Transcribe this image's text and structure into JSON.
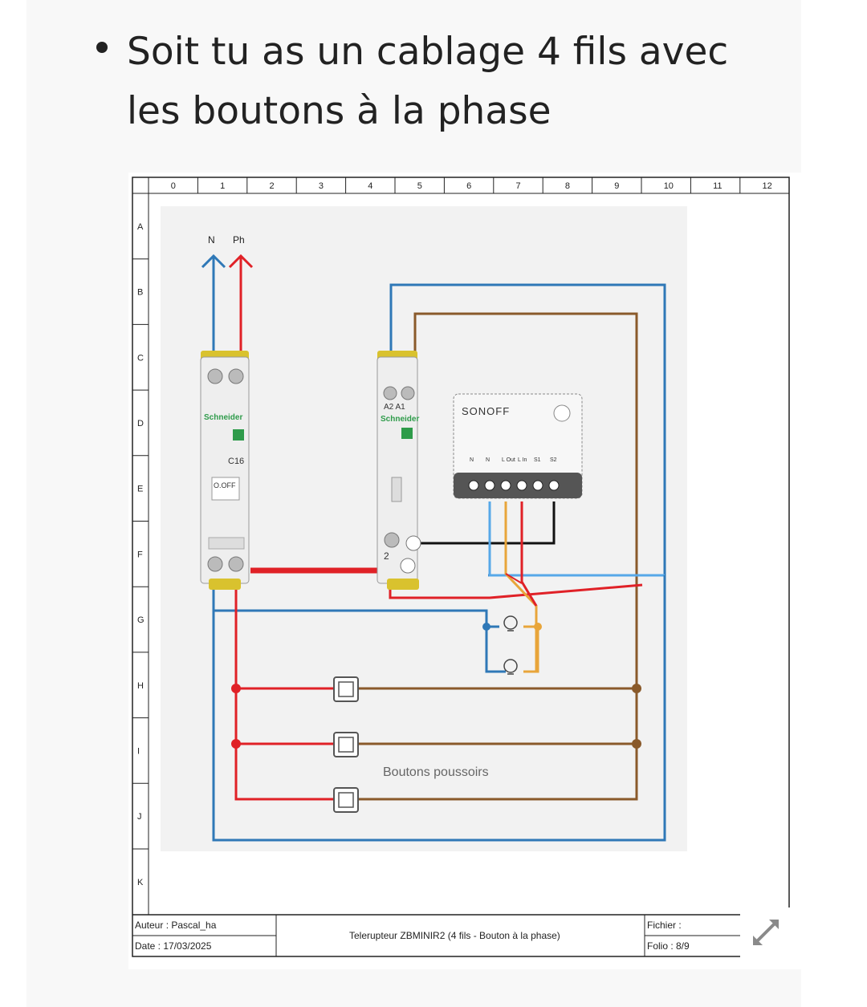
{
  "post": {
    "bullet_text": "Soit tu as un cablage 4 fils avec les boutons à la phase"
  },
  "diagram": {
    "columns": [
      "0",
      "1",
      "2",
      "3",
      "4",
      "5",
      "6",
      "7",
      "8",
      "9",
      "10",
      "11",
      "12"
    ],
    "rows": [
      "A",
      "B",
      "C",
      "D",
      "E",
      "F",
      "G",
      "H",
      "I",
      "J",
      "K"
    ],
    "labels": {
      "neutral": "N",
      "phase": "Ph",
      "breaker_brand": "Schneider",
      "breaker_model": "C16",
      "breaker_off": "O.OFF",
      "relay_brand": "Schneider",
      "relay_terminals": "A2 A1",
      "relay_terminal_2": "2",
      "sonoff_brand": "SONOFF",
      "sonoff_terminals": [
        "N",
        "N",
        "L Out",
        "L In",
        "S1",
        "S2"
      ],
      "buttons_label": "Boutons poussoirs"
    },
    "wire_colors": {
      "neutral": "#2f78b7",
      "phase": "#e02127",
      "return": "#8a5a2b",
      "switch": "#e8a53a",
      "sense": "#57a8e8",
      "black": "#111111"
    },
    "title_block": {
      "author": "Auteur : Pascal_ha",
      "date": "Date : 17/03/2025",
      "title": "Telerupteur ZBMINIR2 (4 fils - Bouton à la phase)",
      "file": "Fichier :",
      "folio": "Folio : 8/9"
    }
  },
  "expand_icon": "expand-diagonal-icon"
}
